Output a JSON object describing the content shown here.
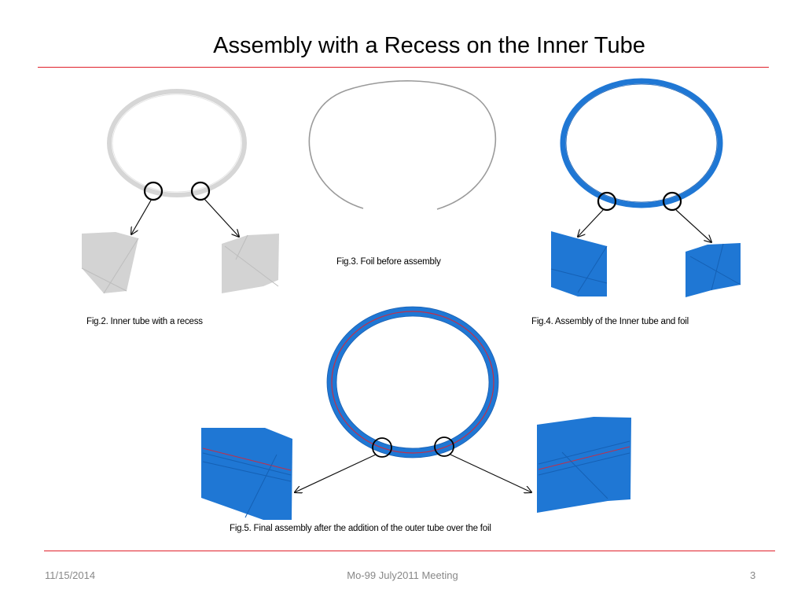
{
  "slide": {
    "title": "Assembly with a Recess on the Inner Tube"
  },
  "figures": {
    "fig2_caption": "Fig.2. Inner tube with a  recess",
    "fig3_caption": "Fig.3. Foil before assembly",
    "fig4_caption": "Fig.4. Assembly of the Inner tube and foil",
    "fig5_caption": "Fig.5. Final assembly after the addition of the outer tube over the foil"
  },
  "footer": {
    "date": "11/15/2014",
    "meeting": "Mo-99 July2011 Meeting",
    "page": "3"
  },
  "colors": {
    "rule": "#e0202a",
    "inner_tube_gray": "#d3d3d3",
    "assembly_blue": "#1f77d4",
    "outline_blue": "#1a5fb0",
    "foil_line_red": "#c0304a"
  }
}
